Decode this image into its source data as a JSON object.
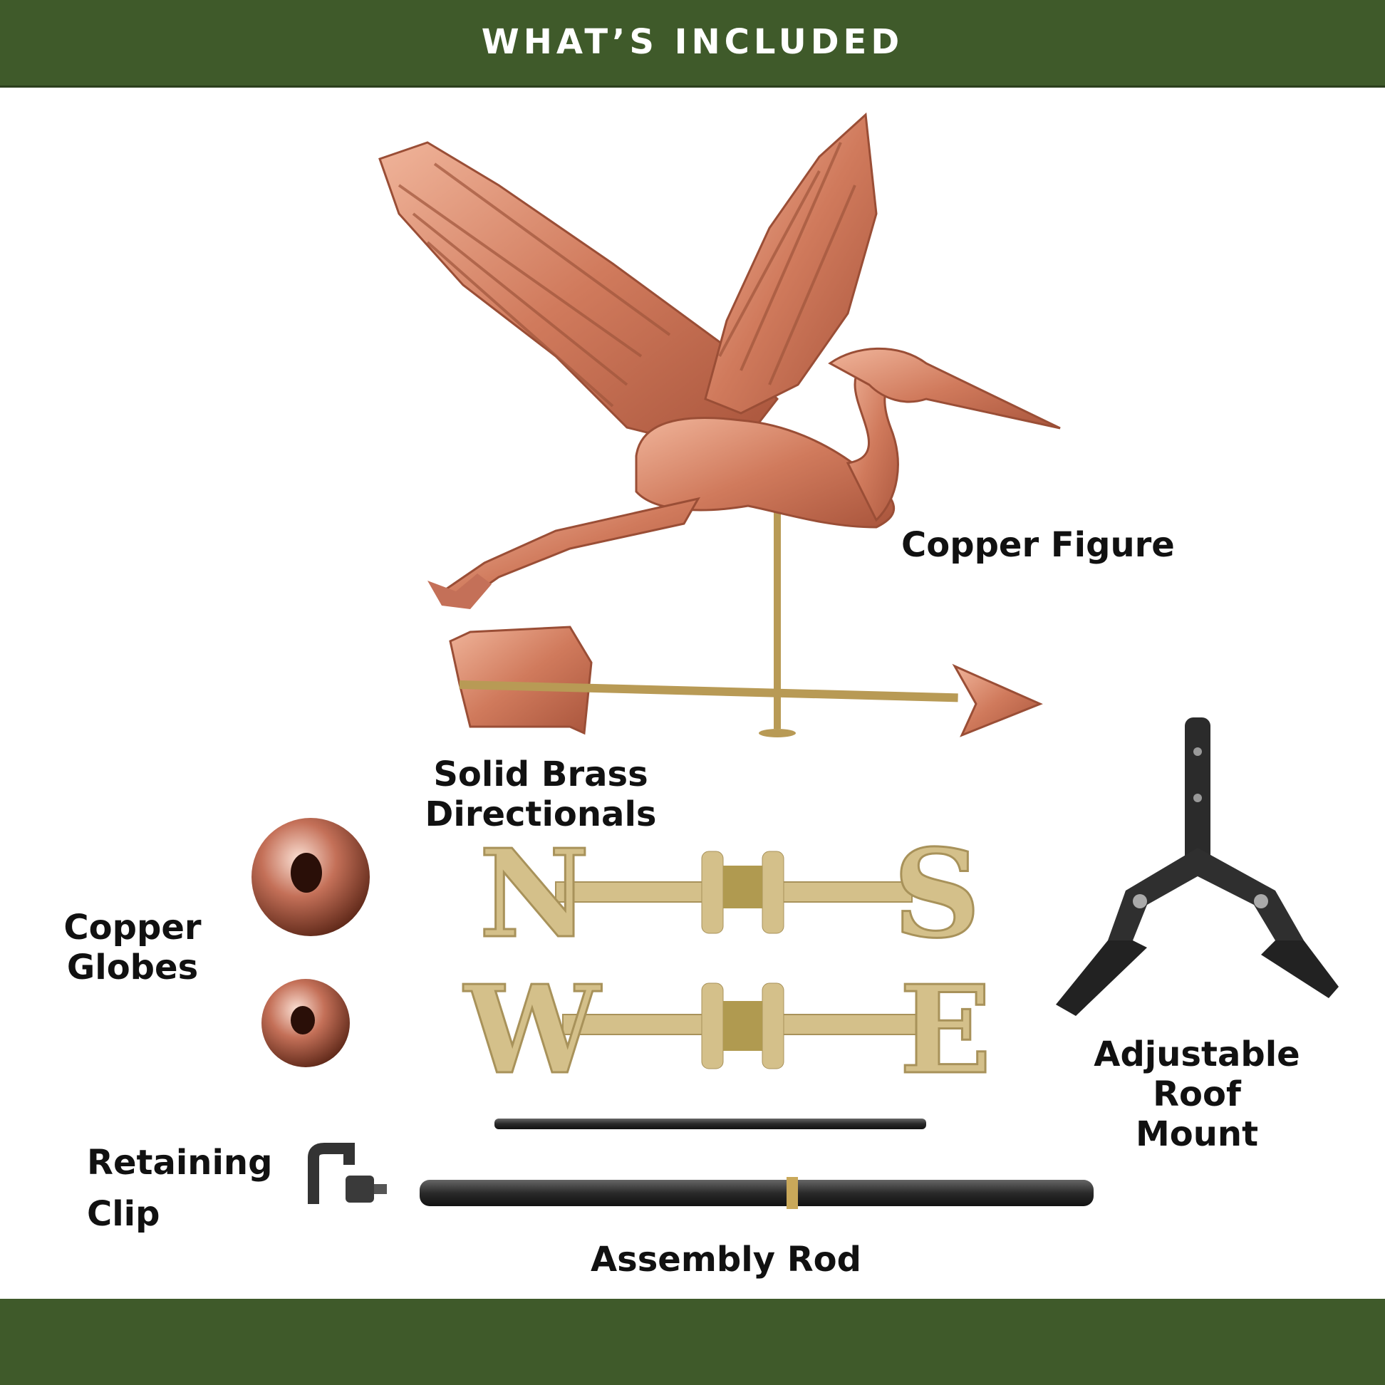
{
  "header": {
    "title": "WHAT’S INCLUDED"
  },
  "labels": {
    "copper_figure": "Copper Figure",
    "directionals": [
      "Solid Brass",
      "Directionals"
    ],
    "globes": [
      "Copper",
      "Globes"
    ],
    "clip": [
      "Retaining",
      "Clip"
    ],
    "rod": "Assembly Rod",
    "roof_mount": [
      "Adjustable",
      "Roof",
      "Mount"
    ]
  },
  "directional_letters": {
    "n": "N",
    "s": "S",
    "w": "W",
    "e": "E"
  },
  "colors": {
    "brand_green": "#3f5a2a",
    "copper": "#d9896a",
    "brass": "#d4c08a",
    "black_metal": "#333333"
  }
}
